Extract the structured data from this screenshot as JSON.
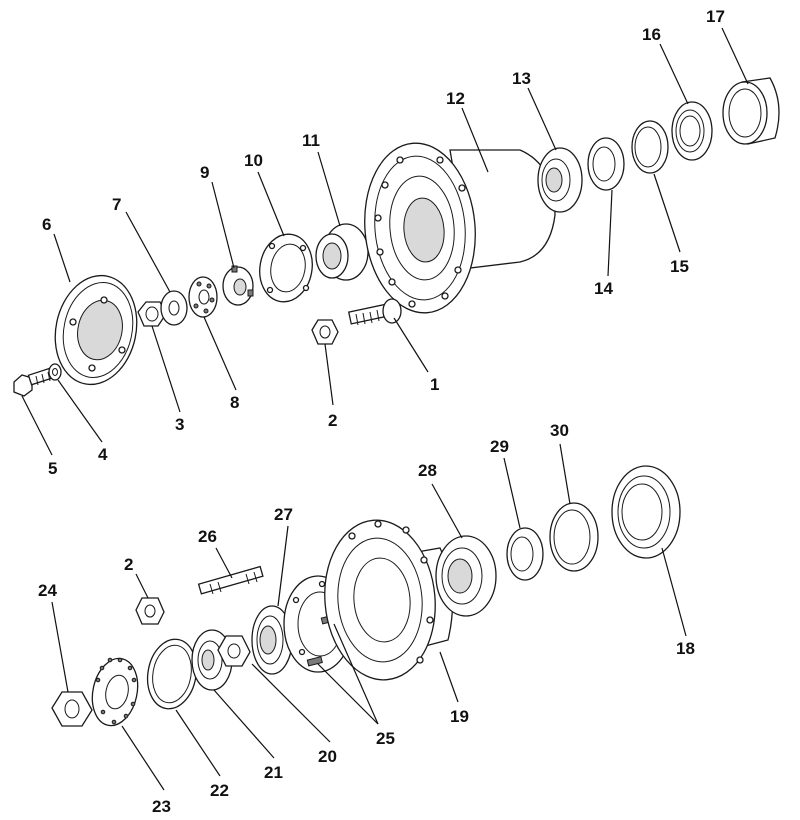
{
  "diagram": {
    "top_assembly_callouts": [
      "1",
      "2",
      "3",
      "4",
      "5",
      "6",
      "7",
      "8",
      "9",
      "10",
      "11",
      "12",
      "13",
      "14",
      "15",
      "16",
      "17"
    ],
    "bottom_assembly_callouts": [
      "2",
      "18",
      "19",
      "20",
      "21",
      "22",
      "23",
      "24",
      "25",
      "26",
      "27",
      "28",
      "29",
      "30"
    ],
    "ink_color": "#111111",
    "background_color": "#ffffff"
  }
}
